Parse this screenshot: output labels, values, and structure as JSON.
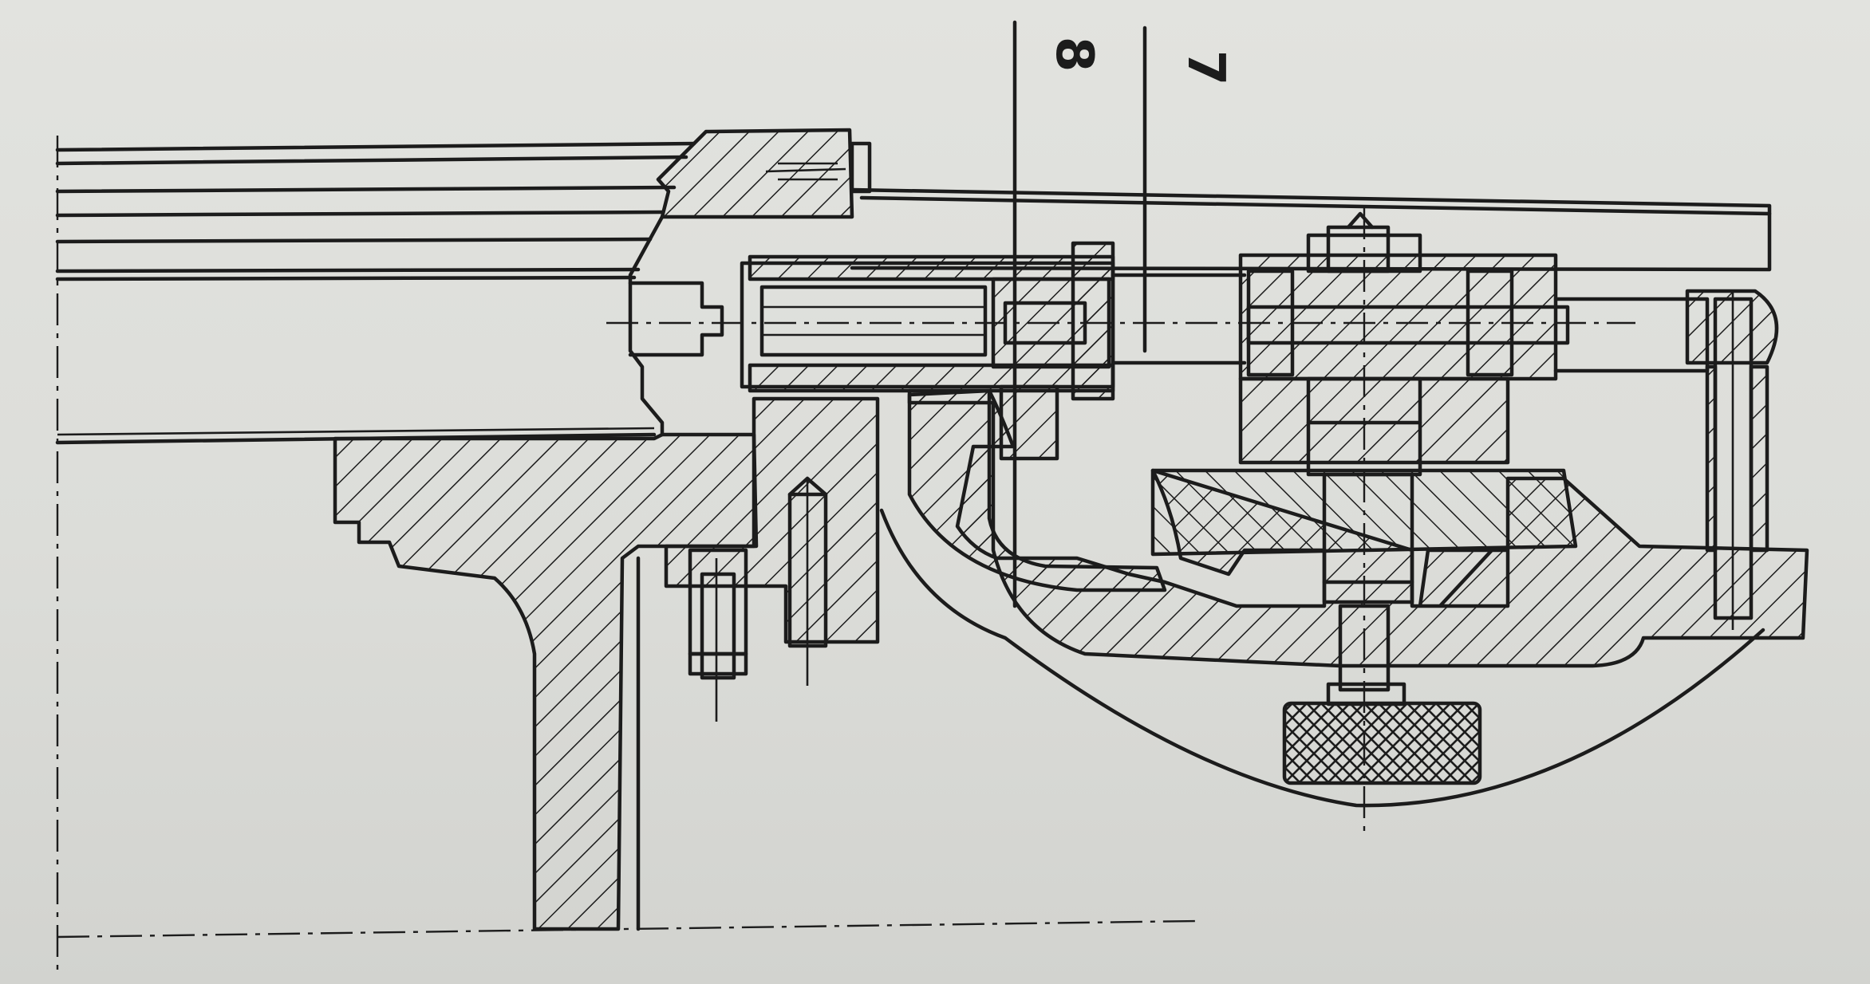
{
  "drawing": {
    "type": "mechanical cross-section drawing",
    "callouts": [
      {
        "id": "callout-8",
        "label": "8"
      },
      {
        "id": "callout-7",
        "label": "7"
      }
    ],
    "colors": {
      "paper": "#dcddd9",
      "ink": "#1c1c1c"
    }
  }
}
